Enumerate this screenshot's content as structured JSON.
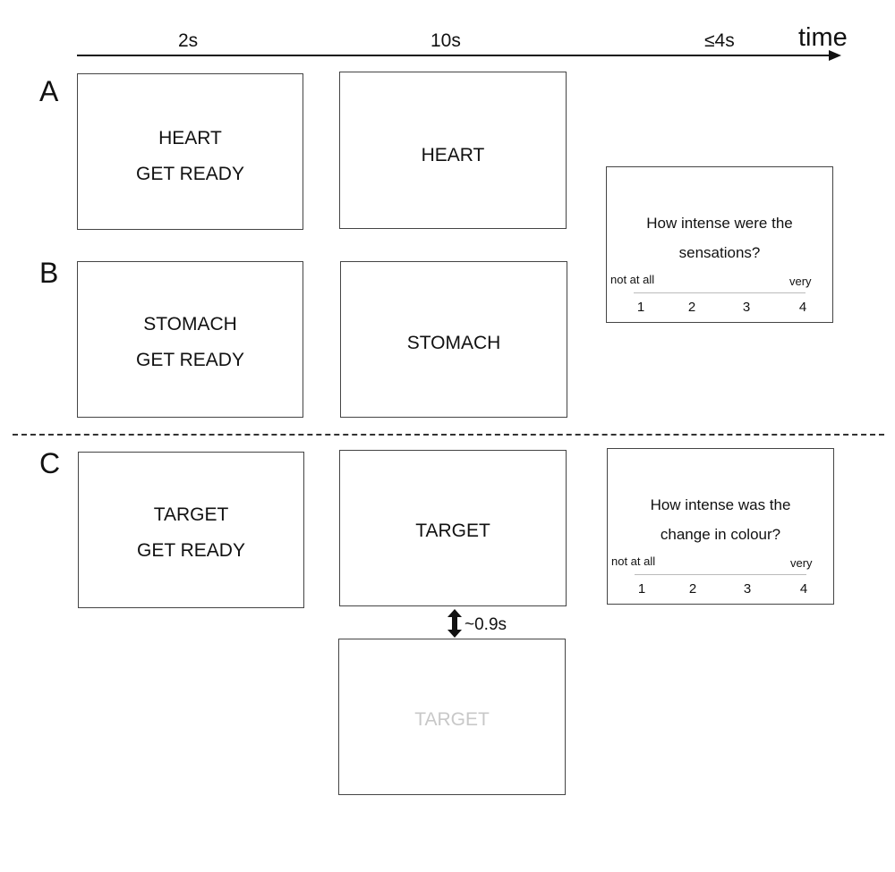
{
  "timeline": {
    "t1": "2s",
    "t2": "10s",
    "t3": "≤4s",
    "axis_label": "time"
  },
  "panels": {
    "a": "A",
    "b": "B",
    "c": "C"
  },
  "row_a": {
    "cue_line1": "HEART",
    "cue_line2": "GET READY",
    "focus": "HEART"
  },
  "row_b": {
    "cue_line1": "STOMACH",
    "cue_line2": "GET READY",
    "focus": "STOMACH"
  },
  "row_c": {
    "cue_line1": "TARGET",
    "cue_line2": "GET READY",
    "focus": "TARGET",
    "faded": "TARGET"
  },
  "gap_label": "~0.9s",
  "rating_ab": {
    "q_line1": "How intense were the",
    "q_line2": "sensations?",
    "low": "not at all",
    "high": "very",
    "nums": [
      "1",
      "2",
      "3",
      "4"
    ]
  },
  "rating_c": {
    "q_line1": "How intense was the",
    "q_line2": "change in colour?",
    "low": "not at all",
    "high": "very",
    "nums": [
      "1",
      "2",
      "3",
      "4"
    ]
  },
  "colors": {
    "faded_text": "#c8c8c8",
    "frame": "#444444"
  }
}
